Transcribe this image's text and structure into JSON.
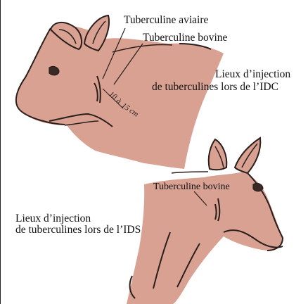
{
  "labels": {
    "avian_tuberculin": "Tuberculine aviaire",
    "bovine_tuberculin_top": "Tuberculine bovine",
    "idc_line1": "Lieux d’injection",
    "idc_line2": "de tuberculines lors de l’IDC",
    "bovine_tuberculin_bottom": "Tuberculine bovine",
    "ids_line1": "Lieux d’injection",
    "ids_line2": "de tuberculines lors de l’IDS"
  },
  "distance_marks": {
    "a": "10",
    "b": "à",
    "c": "15",
    "d": "cm"
  },
  "colors": {
    "skin": "#d9a192",
    "outline": "#2a1f1c",
    "text": "#111111"
  }
}
